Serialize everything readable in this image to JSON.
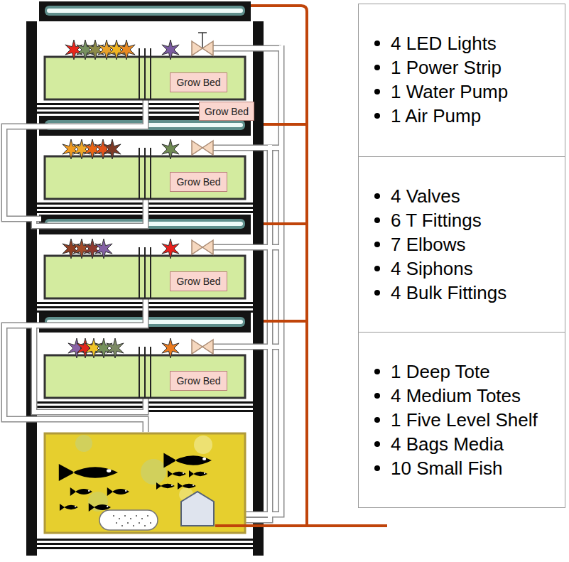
{
  "diagram": {
    "nodes": [
      {
        "text": [
          "Grow Bed"
        ]
      },
      {
        "text": [
          "Grow Bed"
        ]
      },
      {
        "text": [
          "Grow Bed"
        ]
      },
      {
        "text": [
          "Grow Bed"
        ]
      },
      {
        "text": [
          "Grow Bed"
        ]
      },
      {
        "text": [
          "4 LED Lights",
          "1 Power Strip",
          "1 Water Pump",
          "1 Air Pump"
        ]
      },
      {
        "text": [
          "4 Valves",
          "6 T Fittings",
          "7 Elbows",
          "4 Siphons",
          "4 Bulk Fittings"
        ]
      },
      {
        "text": [
          "1 Deep Tote",
          "4 Medium Totes",
          "1 Five Level Shelf",
          "4 Bags Media",
          "10 Small Fish"
        ]
      }
    ]
  }
}
